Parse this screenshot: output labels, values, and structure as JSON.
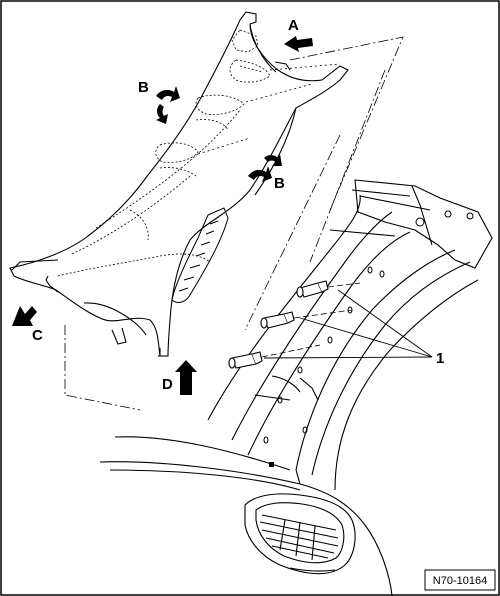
{
  "labels": {
    "A": "A",
    "B_upper": "B",
    "B_lower": "B",
    "C": "C",
    "D": "D",
    "part_1": "1"
  },
  "figure_code": "N70-10164",
  "colors": {
    "line": "#000000",
    "background": "#ffffff"
  }
}
